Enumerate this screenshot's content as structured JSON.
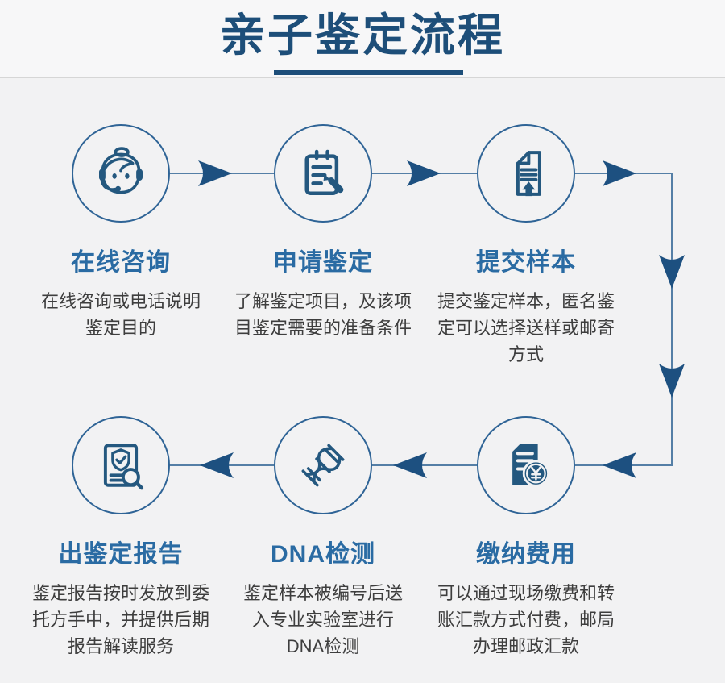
{
  "header": {
    "title": "亲子鉴定流程"
  },
  "colors": {
    "title": "#1d4e79",
    "step_title": "#2a6ba3",
    "icon_stroke": "#24587f",
    "arrow_fill": "#1d5080",
    "connector_line": "#557fa6",
    "body_text": "#3e3e3e",
    "header_background": "#f7f7f8",
    "page_background": "#f2f2f3"
  },
  "steps": [
    {
      "title": "在线咨询",
      "icon": "customer-service-icon",
      "desc": "在线咨询或电话说明\n鉴定目的"
    },
    {
      "title": "申请鉴定",
      "icon": "clipboard-pencil-icon",
      "desc": "了解鉴定项目，及该项\n目鉴定需要的准备条件"
    },
    {
      "title": "提交样本",
      "icon": "document-upload-icon",
      "desc": "提交鉴定样本，匿名鉴\n定可以选择送样或邮寄\n方式"
    },
    {
      "title": "缴纳费用",
      "icon": "invoice-yuan-coin-icon",
      "desc": "可以通过现场缴费和转\n账汇款方式付费，邮局\n办理邮政汇款"
    },
    {
      "title": "DNA检测",
      "icon": "dna-helix-icon",
      "desc": "鉴定样本被编号后送\n入专业实验室进行\nDNA检测"
    },
    {
      "title": "出鉴定报告",
      "icon": "report-shield-check-icon",
      "desc": "鉴定报告按时发放到委\n托方手中，并提供后期\n报告解读服务"
    }
  ]
}
